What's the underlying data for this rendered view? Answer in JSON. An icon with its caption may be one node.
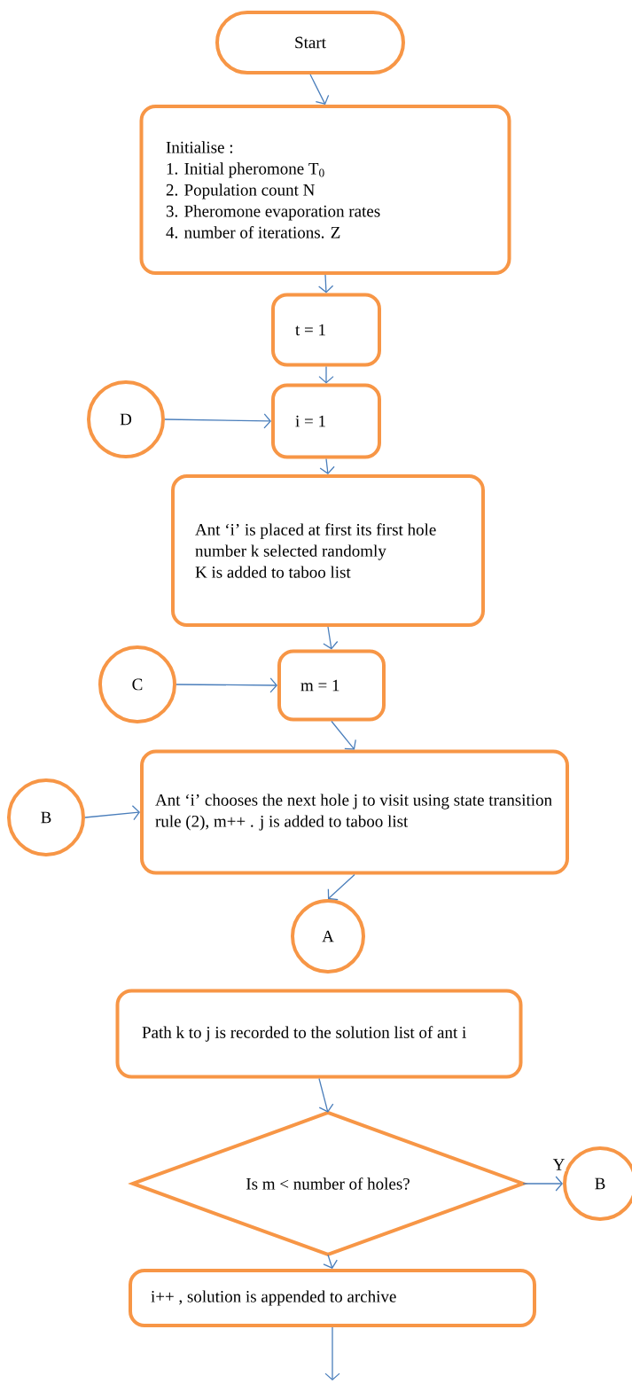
{
  "diagram": {
    "nodes": [
      {
        "text": [
          "Start"
        ]
      },
      {
        "text": [
          "Initialise :",
          "1.  Initial pheromone T$_{0}$",
          "2.  Population count N",
          "3. Pheromone evaporation rates",
          "4. number of iterations. Z"
        ]
      },
      {
        "text": [
          "t = 1"
        ]
      },
      {
        "text": [
          "D"
        ]
      },
      {
        "text": [
          "i = 1"
        ]
      },
      {
        "text": [
          "Ant ‘i’ is placed at first its first hole number  k selected randomly",
          "K is added to taboo list"
        ]
      },
      {
        "text": [
          "C"
        ]
      },
      {
        "text": [
          "m = 1"
        ]
      },
      {
        "text": [
          "Ant ‘i’  chooses the next hole j to visit using state transition rule (2),  m++ . j is added to taboo list"
        ]
      },
      {
        "text": [
          "B"
        ]
      },
      {
        "text": [
          "A"
        ]
      },
      {
        "text": [
          "Path   k to j   is recorded to the solution list of ant i"
        ]
      },
      {
        "text": [
          "Is m < number of holes?"
        ]
      },
      {
        "text": [
          "B"
        ]
      },
      {
        "text": [
          "i++ , solution is appended to archive"
        ]
      }
    ],
    "edges": [
      {
        "from": 0,
        "to": 1,
        "arrow": "to"
      },
      {
        "from": 1,
        "to": 2,
        "arrow": "to"
      },
      {
        "from": 2,
        "to": 4,
        "arrow": "to"
      },
      {
        "from": 3,
        "to": 4,
        "arrow": "to"
      },
      {
        "from": 4,
        "to": 5,
        "arrow": "to"
      },
      {
        "from": 5,
        "to": 7,
        "arrow": "to"
      },
      {
        "from": 6,
        "to": 7,
        "arrow": "to"
      },
      {
        "from": 7,
        "to": 8,
        "arrow": "to"
      },
      {
        "from": 9,
        "to": 8,
        "arrow": "to"
      },
      {
        "from": 8,
        "to": 10,
        "arrow": "to"
      },
      {
        "from": 11,
        "to": 12,
        "arrow": "to"
      },
      {
        "from": 12,
        "to": 13,
        "label": "Y",
        "arrow": "to"
      },
      {
        "from": 12,
        "to": 14,
        "arrow": "to"
      },
      {
        "from": 14,
        "to": null,
        "arrow": "to"
      }
    ]
  }
}
